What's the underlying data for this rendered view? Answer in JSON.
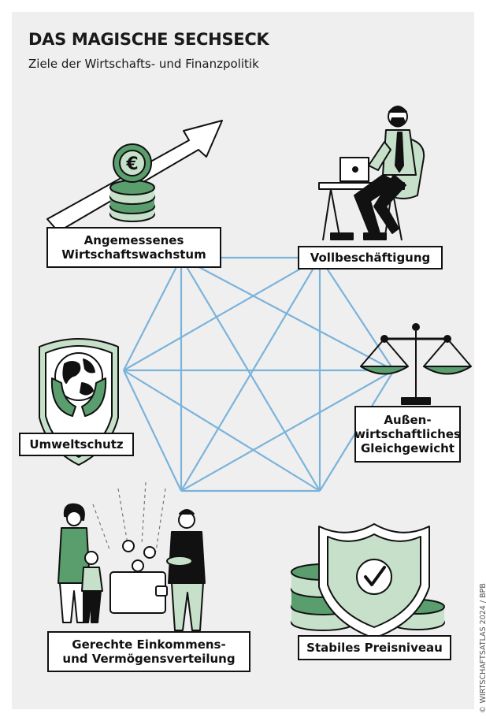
{
  "title": "DAS MAGISCHE SECHSECK",
  "subtitle": "Ziele der Wirtschafts- und Finanzpolitik",
  "goals": [
    {
      "line1": "Angemessenes",
      "line2": "Wirtschaftswachstum"
    },
    {
      "line1": "Vollbeschäftigung"
    },
    {
      "line1": "Außen-",
      "line2": "wirtschaftliches",
      "line3": "Gleichgewicht"
    },
    {
      "line1": "Stabiles Preisniveau"
    },
    {
      "line1": "Gerechte Einkommens-",
      "line2": "und Vermögensverteilung"
    },
    {
      "line1": "Umweltschutz"
    }
  ],
  "credit": "© WIRTSCHAFTSATLAS 2024 / BPB",
  "icons": {
    "euro_symbol": "€",
    "names": [
      "growth-arrow-icon",
      "office-worker-icon",
      "balance-scale-icon",
      "shield-check-icon",
      "family-wallet-icon",
      "globe-hands-icon"
    ]
  },
  "colors": {
    "background": "#efefef",
    "lines": "#7bb3db",
    "accent_green": "#5a9e6e",
    "light_green": "#c6e0c9"
  }
}
